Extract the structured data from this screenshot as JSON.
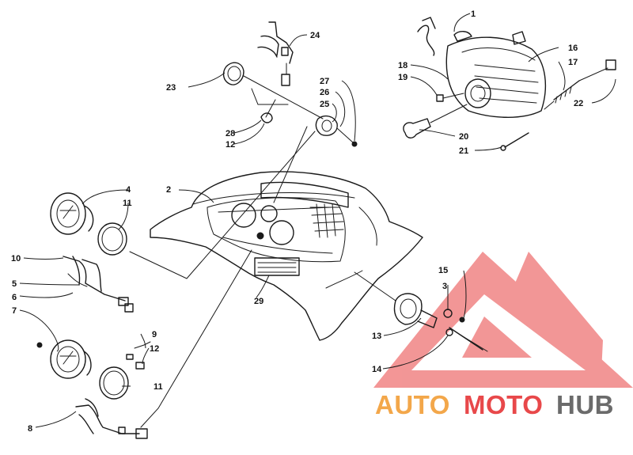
{
  "diagram": {
    "callouts": [
      "1",
      "2",
      "3",
      "4",
      "5",
      "6",
      "7",
      "8",
      "9",
      "10",
      "11",
      "11",
      "12",
      "12",
      "13",
      "14",
      "15",
      "16",
      "17",
      "18",
      "19",
      "20",
      "21",
      "22",
      "23",
      "24",
      "25",
      "26",
      "27",
      "28",
      "29"
    ]
  },
  "watermark": {
    "word1": "AUTO",
    "word2": "MOTO",
    "word3": "HUB",
    "color_orange": "#f3a74a",
    "color_red": "#e8484a",
    "color_gray": "#6b6b6b"
  }
}
